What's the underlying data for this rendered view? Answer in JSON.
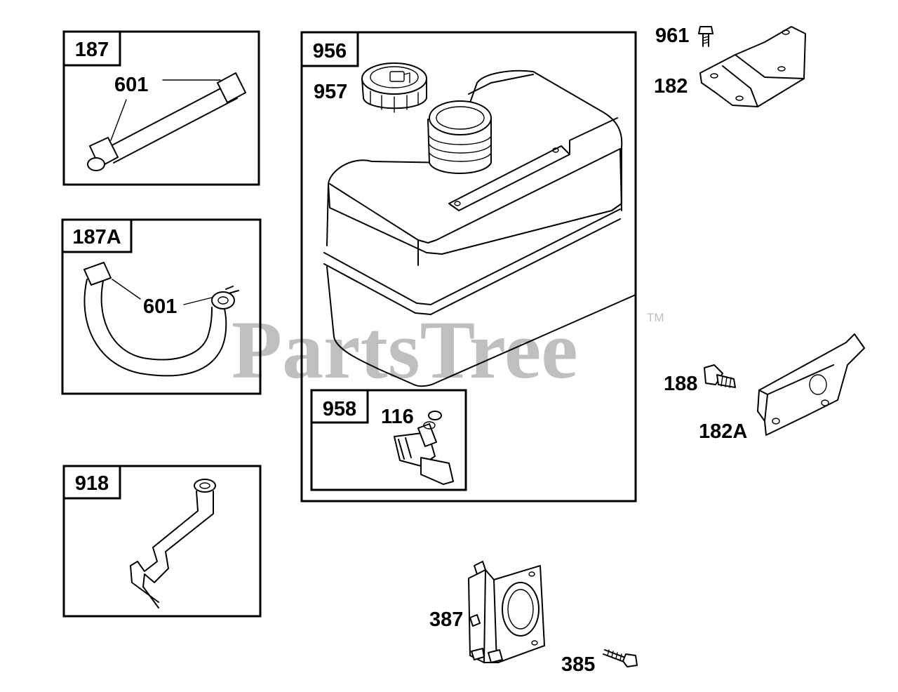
{
  "watermark": {
    "text": "PartsTree",
    "trademark": "TM",
    "color": "#bfbfbf"
  },
  "groups": {
    "g187": {
      "tag": "187",
      "callouts": [
        "601"
      ]
    },
    "g187a": {
      "tag": "187A",
      "callouts": [
        "601"
      ]
    },
    "g918": {
      "tag": "918"
    },
    "g956": {
      "tag": "956",
      "callouts": [
        "957"
      ]
    },
    "g958": {
      "tag": "958",
      "callouts": [
        "116"
      ]
    }
  },
  "loose_parts": [
    "961",
    "182",
    "188",
    "182A",
    "387",
    "385"
  ],
  "colors": {
    "line": "#000000",
    "background": "#ffffff"
  }
}
